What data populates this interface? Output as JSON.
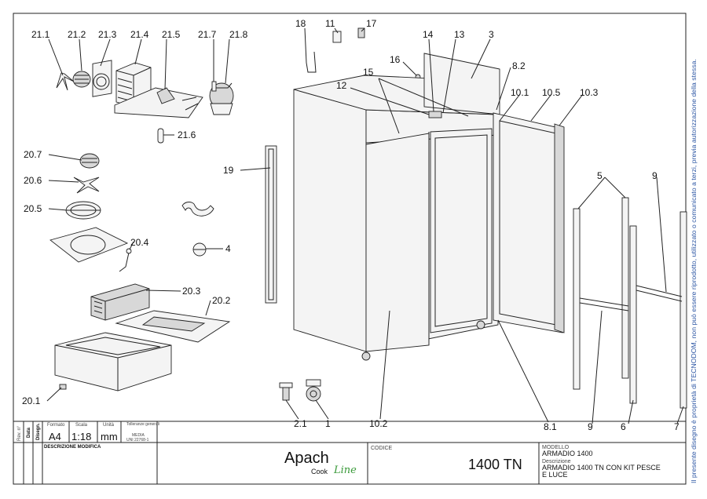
{
  "callouts": [
    {
      "id": "c211",
      "text": "21.1"
    },
    {
      "id": "c212",
      "text": "21.2"
    },
    {
      "id": "c213",
      "text": "21.3"
    },
    {
      "id": "c214",
      "text": "21.4"
    },
    {
      "id": "c215",
      "text": "21.5"
    },
    {
      "id": "c217",
      "text": "21.7"
    },
    {
      "id": "c218",
      "text": "21.8"
    },
    {
      "id": "c216",
      "text": "21.6"
    },
    {
      "id": "c207",
      "text": "20.7"
    },
    {
      "id": "c206",
      "text": "20.6"
    },
    {
      "id": "c205",
      "text": "20.5"
    },
    {
      "id": "c204",
      "text": "20.4"
    },
    {
      "id": "c203",
      "text": "20.3"
    },
    {
      "id": "c202",
      "text": "20.2"
    },
    {
      "id": "c201",
      "text": "20.1"
    },
    {
      "id": "c4",
      "text": "4"
    },
    {
      "id": "c19",
      "text": "19"
    },
    {
      "id": "c18",
      "text": "18"
    },
    {
      "id": "c11",
      "text": "11"
    },
    {
      "id": "c17",
      "text": "17"
    },
    {
      "id": "c16",
      "text": "16"
    },
    {
      "id": "c15",
      "text": "15"
    },
    {
      "id": "c12",
      "text": "12"
    },
    {
      "id": "c14",
      "text": "14"
    },
    {
      "id": "c13",
      "text": "13"
    },
    {
      "id": "c3",
      "text": "3"
    },
    {
      "id": "c82",
      "text": "8.2"
    },
    {
      "id": "c101",
      "text": "10.1"
    },
    {
      "id": "c105",
      "text": "10.5"
    },
    {
      "id": "c103",
      "text": "10.3"
    },
    {
      "id": "c5",
      "text": "5"
    },
    {
      "id": "c9a",
      "text": "9"
    },
    {
      "id": "c9b",
      "text": "9"
    },
    {
      "id": "c6",
      "text": "6"
    },
    {
      "id": "c7",
      "text": "7"
    },
    {
      "id": "c81",
      "text": "8.1"
    },
    {
      "id": "c102",
      "text": "10.2"
    },
    {
      "id": "c21",
      "text": "2.1"
    },
    {
      "id": "c1",
      "text": "1"
    }
  ],
  "title_block": {
    "rev_label": "Rev. n°",
    "data_label": "Data",
    "disegn_label": "Disegn.",
    "formato_label": "Formato",
    "formato_value": "A4",
    "scala_label": "Scala",
    "scala_value": "1:18",
    "unita_label": "Unità",
    "unita_value": "mm",
    "tolleranze_label": "Tolleranze generali",
    "tolleranze_line1": "MEDIA",
    "tolleranze_line2": "UNI 22768-1",
    "descrizione_modifica": "DESCRIZIONE MODIFICA",
    "codice_label": "CODICE",
    "codice_value": "1400 TN",
    "modello_label": "MODELLO",
    "modello_value": "ARMADIO 1400",
    "descrizione_label": "Descrizione",
    "descrizione_line1": "ARMADIO 1400 TN CON KIT PESCE",
    "descrizione_line2": "E LUCE"
  },
  "logo": {
    "brand": "Apach",
    "sub": "Cook",
    "script": "Line"
  },
  "side_note": "Il presente disegno è proprietà di TECNODOM, non può essere riprodotto, utilizzato o comunicato a terzi, previa autorizzazione della stessa.",
  "colors": {
    "ink": "#111111",
    "note_blue": "#2b55a3",
    "logo_green": "#3a9a3a"
  }
}
